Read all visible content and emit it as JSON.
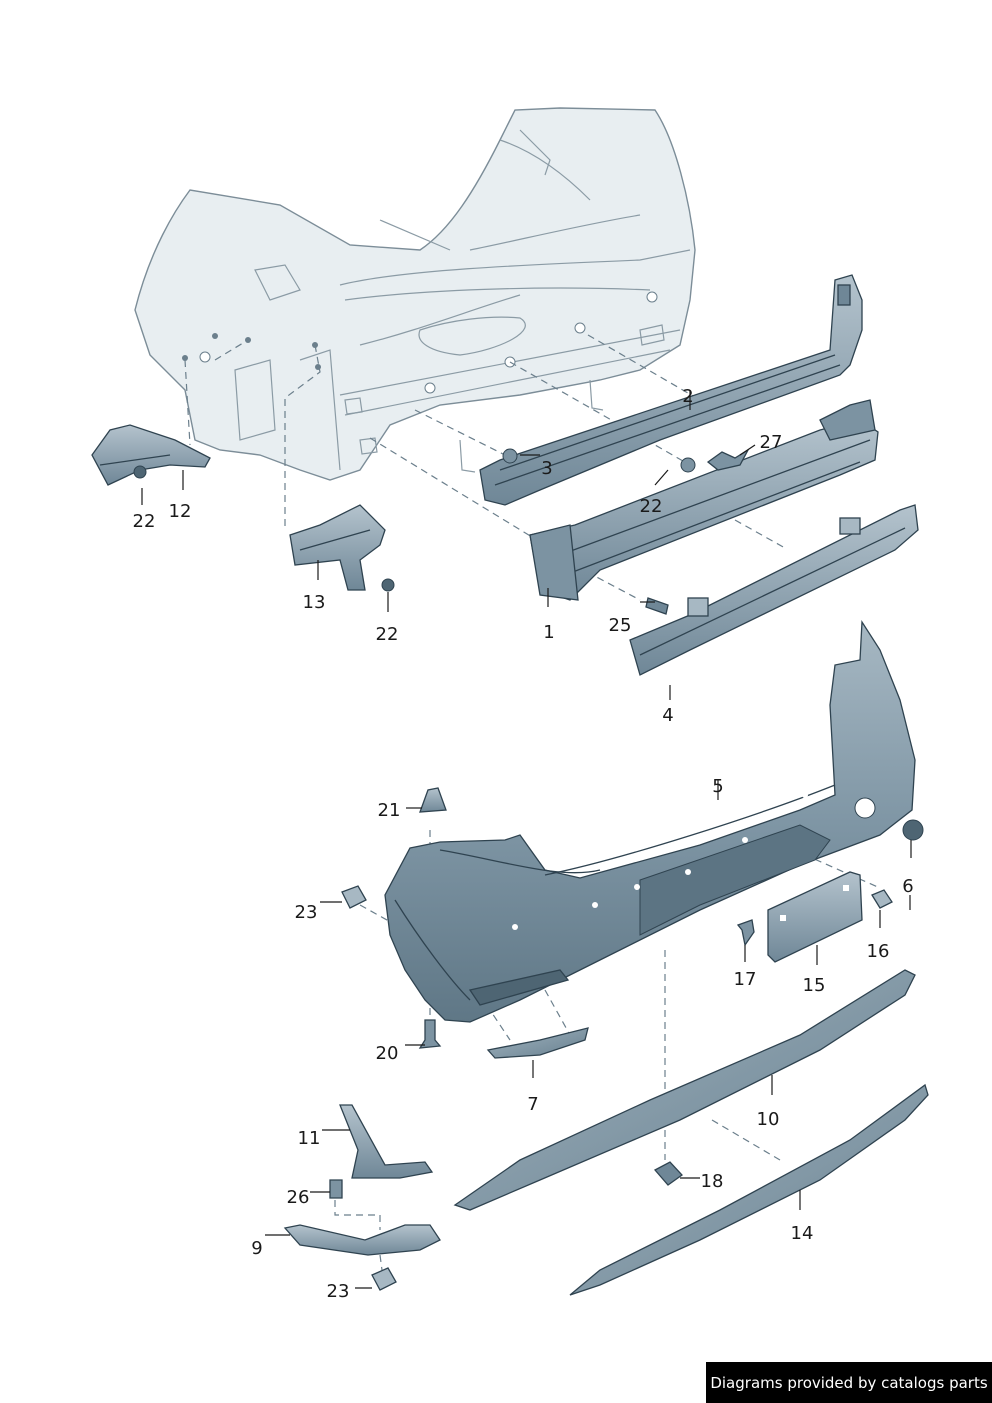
{
  "labels": {
    "p1": "1",
    "p2": "2",
    "p3": "3",
    "p4": "4",
    "p5": "5",
    "p6": "6",
    "p7": "7",
    "p9": "9",
    "p10": "10",
    "p11": "11",
    "p12": "12",
    "p13": "13",
    "p14": "14",
    "p15": "15",
    "p16": "16",
    "p17": "17",
    "p18": "18",
    "p20": "20",
    "p21": "21",
    "p22a": "22",
    "p22b": "22",
    "p22c": "22",
    "p23a": "23",
    "p23b": "23",
    "p25": "25",
    "p26": "26",
    "p27": "27"
  },
  "credit": "Diagrams provided by catalogs parts",
  "colors": {
    "outline": "#2f4350",
    "body_fill": "#e8eef1",
    "bumper_fill": "#7f96a5",
    "bumper_shade": "#5c7483",
    "part_fill": "#8ea3b1",
    "credit_bg": "#000000"
  }
}
